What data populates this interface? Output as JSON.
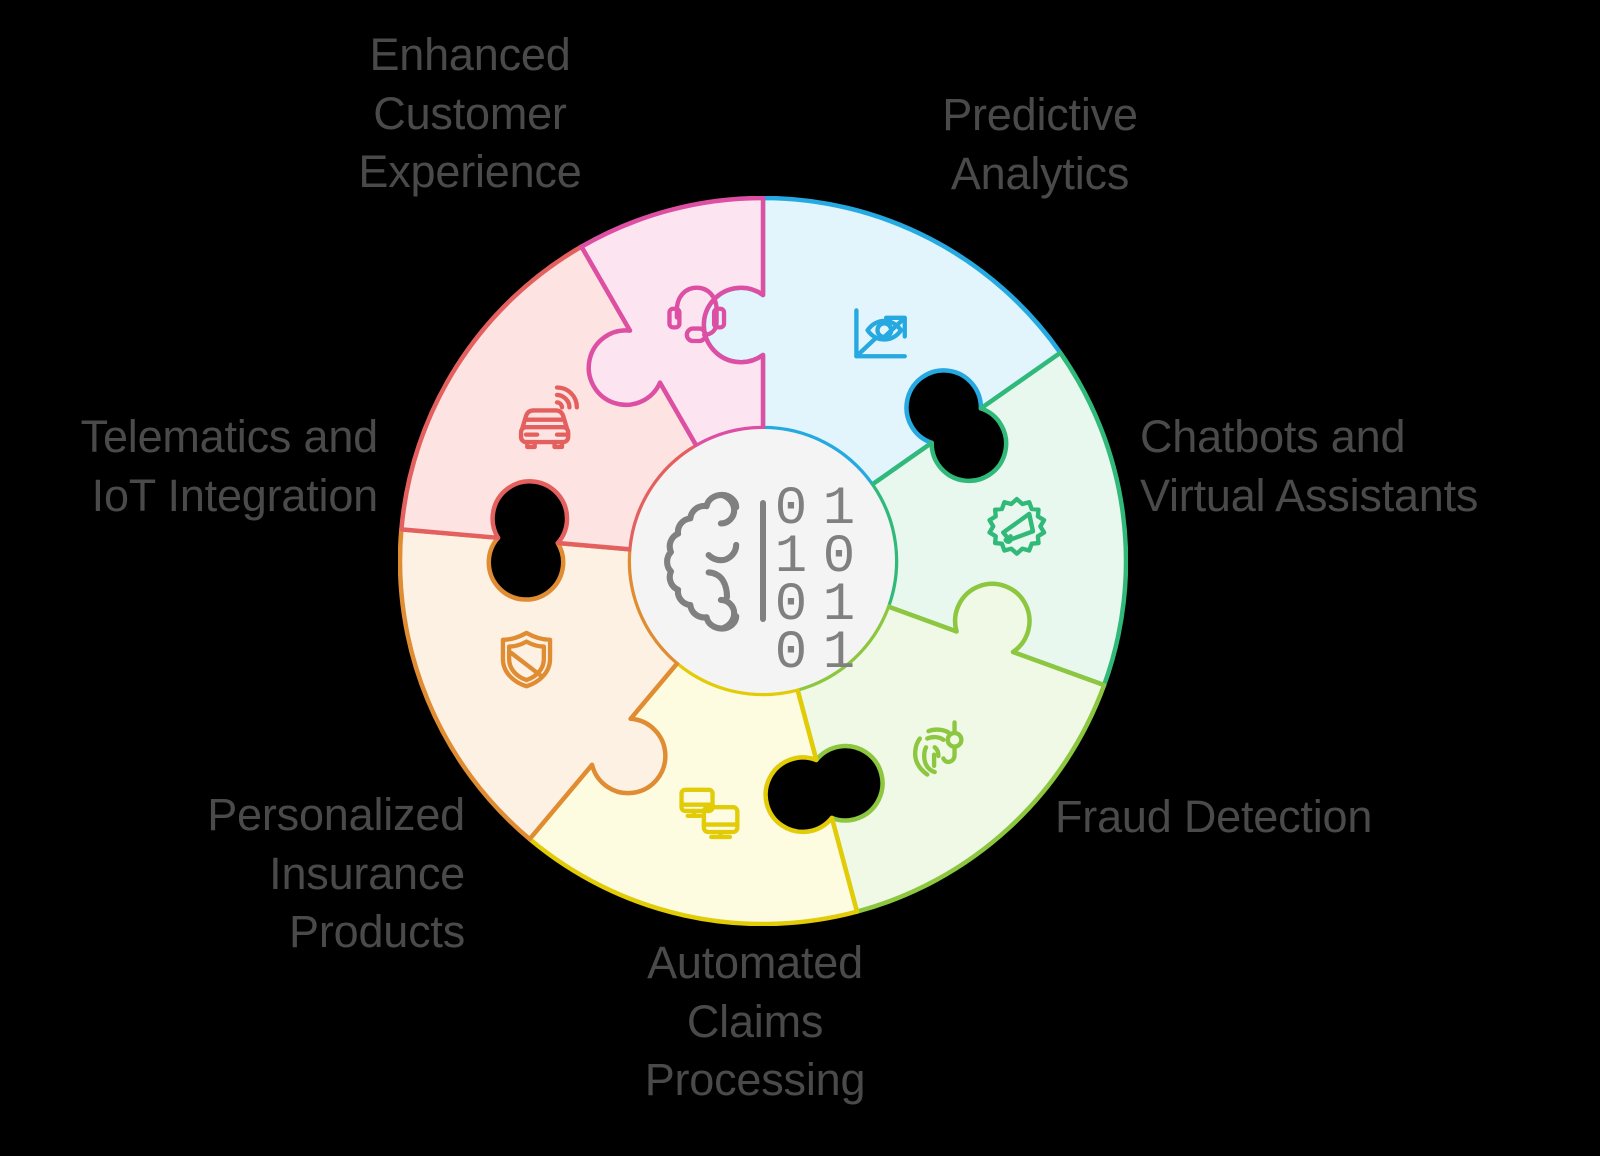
{
  "diagram": {
    "title": "AI in Insurance puzzle wheel",
    "hub": {
      "icon": "brain-binary-icon",
      "binary_rows": [
        "0 1",
        "1 0",
        "0 1",
        "0 1"
      ],
      "fill": "#f4f4f4",
      "stroke": "#808080"
    },
    "background": "#000000",
    "label_color": "#4a4a4a",
    "segments": [
      {
        "id": "predictive-analytics",
        "label": "Predictive\nAnalytics",
        "icon": "eye-chart-growth-icon",
        "stroke": "#25a9e0",
        "fill": "#e2f5fd",
        "start_angle": -90,
        "end_angle": -35
      },
      {
        "id": "chatbots-virtual-assistants",
        "label": "Chatbots and\nVirtual Assistants",
        "icon": "gear-megaphone-icon",
        "stroke": "#31b97a",
        "fill": "#e8f8ef",
        "start_angle": -35,
        "end_angle": 20
      },
      {
        "id": "fraud-detection",
        "label": "Fraud Detection",
        "icon": "fingerprint-hook-icon",
        "stroke": "#8dc63f",
        "fill": "#f0f8e6",
        "start_angle": 20,
        "end_angle": 75
      },
      {
        "id": "automated-claims-processing",
        "label": "Automated\nClaims\nProcessing",
        "icon": "two-monitors-icon",
        "stroke": "#e2cb07",
        "fill": "#fdfbe0",
        "start_angle": 75,
        "end_angle": 130
      },
      {
        "id": "personalized-insurance-products",
        "label": "Personalized\nInsurance\nProducts",
        "icon": "shield-slash-icon",
        "stroke": "#e08c33",
        "fill": "#fdf1e3",
        "start_angle": 130,
        "end_angle": 185
      },
      {
        "id": "telematics-iot-integration",
        "label": "Telematics and\nIoT Integration",
        "icon": "car-signal-icon",
        "stroke": "#e4605e",
        "fill": "#fde3e2",
        "start_angle": 185,
        "end_angle": 240
      },
      {
        "id": "enhanced-customer-experience",
        "label": "Enhanced\nCustomer\nExperience",
        "icon": "headset-icon",
        "stroke": "#dd4fa2",
        "fill": "#fce5f1",
        "start_angle": 240,
        "end_angle": 270
      }
    ]
  },
  "labels": {
    "enhanced_customer_experience": "Enhanced\nCustomer\nExperience",
    "predictive_analytics": "Predictive\nAnalytics",
    "chatbots_virtual_assistants": "Chatbots and\nVirtual Assistants",
    "fraud_detection": "Fraud Detection",
    "automated_claims_processing": "Automated\nClaims\nProcessing",
    "personalized_insurance_products": "Personalized\nInsurance\nProducts",
    "telematics_iot_integration": "Telematics and\nIoT Integration"
  }
}
